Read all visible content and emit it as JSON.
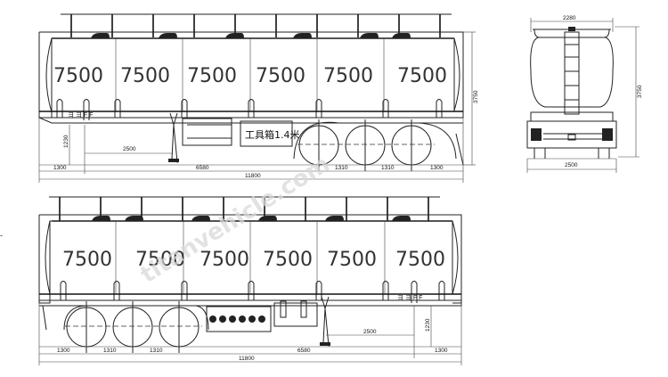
{
  "drawing": {
    "type": "tank-semi-trailer-general-arrangement",
    "watermark": "titanvehicle.com",
    "stray_mark": "-"
  },
  "side_view_top": {
    "compartments": [
      "7500",
      "7500",
      "7500",
      "7500",
      "7500",
      "7500"
    ],
    "toolbox_label": "工具箱1.4米",
    "dimensions": {
      "overall_length": "11800",
      "front_overhang": "1300",
      "kingpin_to_axle": "6580",
      "axle_spacing_1": "1310",
      "axle_spacing_2": "1310",
      "rear_overhang": "1300",
      "landing_gear_offset": "2500",
      "fifth_wheel_height": "1230",
      "overall_height": "3750"
    }
  },
  "side_view_bottom": {
    "compartments": [
      "7500",
      "7500",
      "7500",
      "7500",
      "7500",
      "7500"
    ],
    "dimensions": {
      "overall_length": "11800",
      "rear_overhang": "1300",
      "axle_spacing_1": "1310",
      "axle_spacing_2": "1310",
      "kingpin_to_axle": "6580",
      "front_overhang": "1300",
      "landing_gear_offset": "2500",
      "fifth_wheel_height": "1230"
    }
  },
  "rear_view": {
    "dimensions": {
      "tank_width": "2280",
      "overall_width": "2500",
      "overall_height": "3750"
    }
  }
}
